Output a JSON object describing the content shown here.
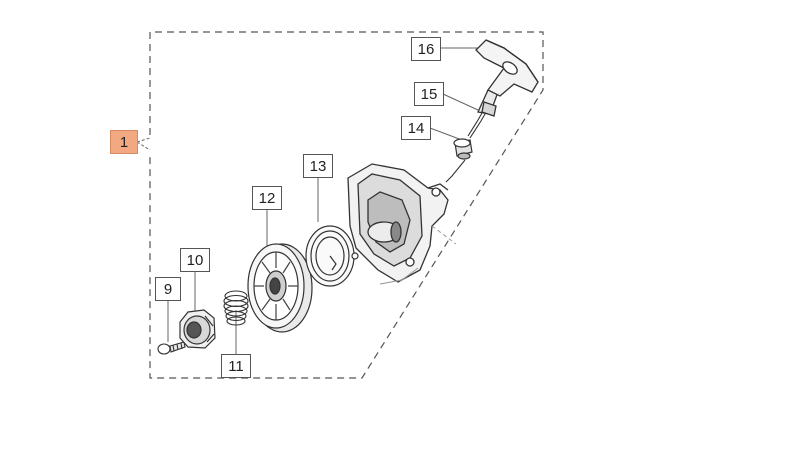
{
  "diagram": {
    "callouts": [
      {
        "id": "1",
        "label": "1",
        "highlighted": true
      },
      {
        "id": "9",
        "label": "9"
      },
      {
        "id": "10",
        "label": "10"
      },
      {
        "id": "11",
        "label": "11"
      },
      {
        "id": "12",
        "label": "12"
      },
      {
        "id": "13",
        "label": "13"
      },
      {
        "id": "14",
        "label": "14"
      },
      {
        "id": "15",
        "label": "15"
      },
      {
        "id": "16",
        "label": "16"
      }
    ],
    "parts": [
      {
        "id": "9",
        "icon": "screw-icon"
      },
      {
        "id": "10",
        "icon": "hub-icon"
      },
      {
        "id": "11",
        "icon": "spring-icon"
      },
      {
        "id": "12",
        "icon": "pulley-icon"
      },
      {
        "id": "13",
        "icon": "recoil-spring-icon"
      },
      {
        "id": "14",
        "icon": "grommet-icon"
      },
      {
        "id": "15",
        "icon": "starter-rope-icon"
      },
      {
        "id": "16",
        "icon": "starter-handle-icon"
      },
      {
        "id": "1",
        "icon": "starter-housing-icon"
      }
    ],
    "colors": {
      "highlight": "#f2a880",
      "line": "#555555"
    }
  }
}
